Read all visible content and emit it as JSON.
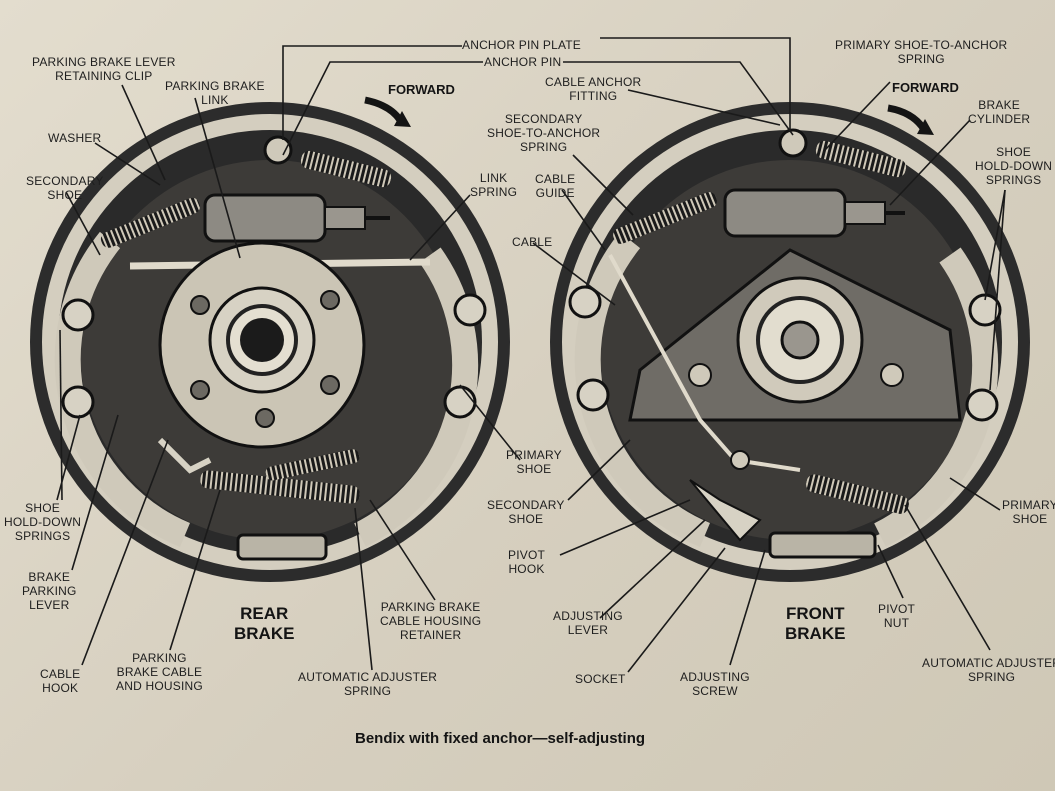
{
  "caption": "Bendix with fixed anchor—self-adjusting",
  "drums": {
    "rear": {
      "title": "REAR\nBRAKE"
    },
    "front": {
      "title": "FRONT\nBRAKE"
    }
  },
  "forward_labels": {
    "rear": "FORWARD",
    "front": "FORWARD"
  },
  "labels": {
    "anchor_pin_plate": "ANCHOR PIN PLATE",
    "anchor_pin": "ANCHOR PIN",
    "parking_brake_lever_retaining_clip": "PARKING BRAKE LEVER\nRETAINING CLIP",
    "parking_brake_link": "PARKING BRAKE\nLINK",
    "washer": "WASHER",
    "secondary_shoe_rear": "SECONDARY\nSHOE",
    "link_spring": "LINK\nSPRING",
    "primary_shoe_rear": "PRIMARY\nSHOE",
    "shoe_hold_down_springs_rear": "SHOE\nHOLD-DOWN\nSPRINGS",
    "brake_parking_lever": "BRAKE\nPARKING\nLEVER",
    "cable_hook": "CABLE\nHOOK",
    "parking_brake_cable_and_housing": "PARKING\nBRAKE CABLE\nAND HOUSING",
    "automatic_adjuster_spring_rear": "AUTOMATIC ADJUSTER\nSPRING",
    "parking_brake_cable_housing_retainer": "PARKING BRAKE\nCABLE HOUSING\nRETAINER",
    "cable_anchor_fitting": "CABLE ANCHOR\nFITTING",
    "secondary_shoe_to_anchor_spring": "SECONDARY\nSHOE-TO-ANCHOR\nSPRING",
    "cable_guide": "CABLE\nGUIDE",
    "cable": "CABLE",
    "primary_shoe_to_anchor_spring": "PRIMARY SHOE-TO-ANCHOR\nSPRING",
    "brake_cylinder": "BRAKE\nCYLINDER",
    "shoe_hold_down_springs_front": "SHOE\nHOLD-DOWN\nSPRINGS",
    "secondary_shoe_front": "SECONDARY\nSHOE",
    "primary_shoe_front": "PRIMARY\nSHOE",
    "pivot_hook": "PIVOT\nHOOK",
    "adjusting_lever": "ADJUSTING\nLEVER",
    "socket": "SOCKET",
    "adjusting_screw": "ADJUSTING\nSCREW",
    "pivot_nut": "PIVOT\nNUT",
    "automatic_adjuster_spring_front": "AUTOMATIC ADJUSTER\nSPRING"
  }
}
